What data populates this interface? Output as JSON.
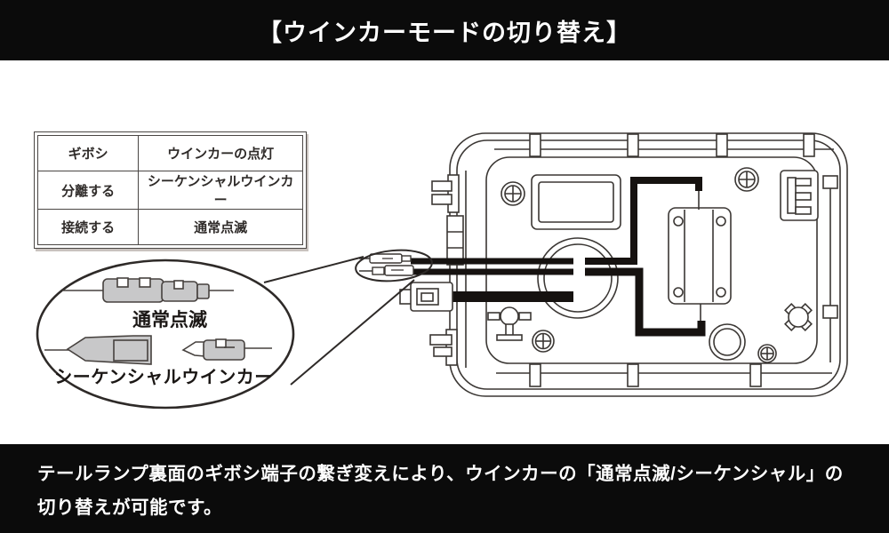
{
  "header": {
    "title": "【ウインカーモードの切り替え】"
  },
  "table": {
    "rows": [
      {
        "key": "ギボシ",
        "value": "ウインカーの点灯"
      },
      {
        "key": "分離する",
        "value": "シーケンシャルウインカー"
      },
      {
        "key": "接続する",
        "value": "通常点滅"
      }
    ]
  },
  "magnifier": {
    "label_connected": "通常点滅",
    "label_separated": "シーケンシャルウインカー"
  },
  "footer": {
    "line1": "テールランプ裏面のギボシ端子の繋ぎ変えにより、ウインカーの「通常点滅/シーケンシャル」の",
    "line2": "切り替えが可能です。"
  },
  "colors": {
    "line_art": "#3b3734",
    "wire_black": "#161210",
    "connector_gray": "#c8c8c9",
    "bar_background": "#0b0b0b",
    "bar_text": "#ffffff"
  }
}
